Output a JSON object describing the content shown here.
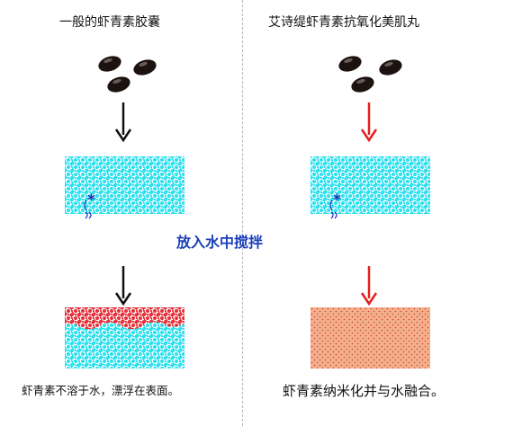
{
  "left": {
    "title": "一般的虾青素胶囊",
    "caption": "虾青素不溶于水，漂浮在表面。",
    "arrow_color": "#111111",
    "top_layer_color": "#e5323b",
    "water_color": "#2fe0ef"
  },
  "right": {
    "title": "艾诗缇虾青素抗氧化美肌丸",
    "caption": "虾青素纳米化并与水融合。",
    "arrow_color": "#e41f1f",
    "mixed_color": "#f3b08d"
  },
  "center_label": "放入水中搅拌",
  "icons": {
    "capsule": "capsule-icon",
    "arrow": "arrow-down-icon",
    "stir": "stir-icon"
  }
}
